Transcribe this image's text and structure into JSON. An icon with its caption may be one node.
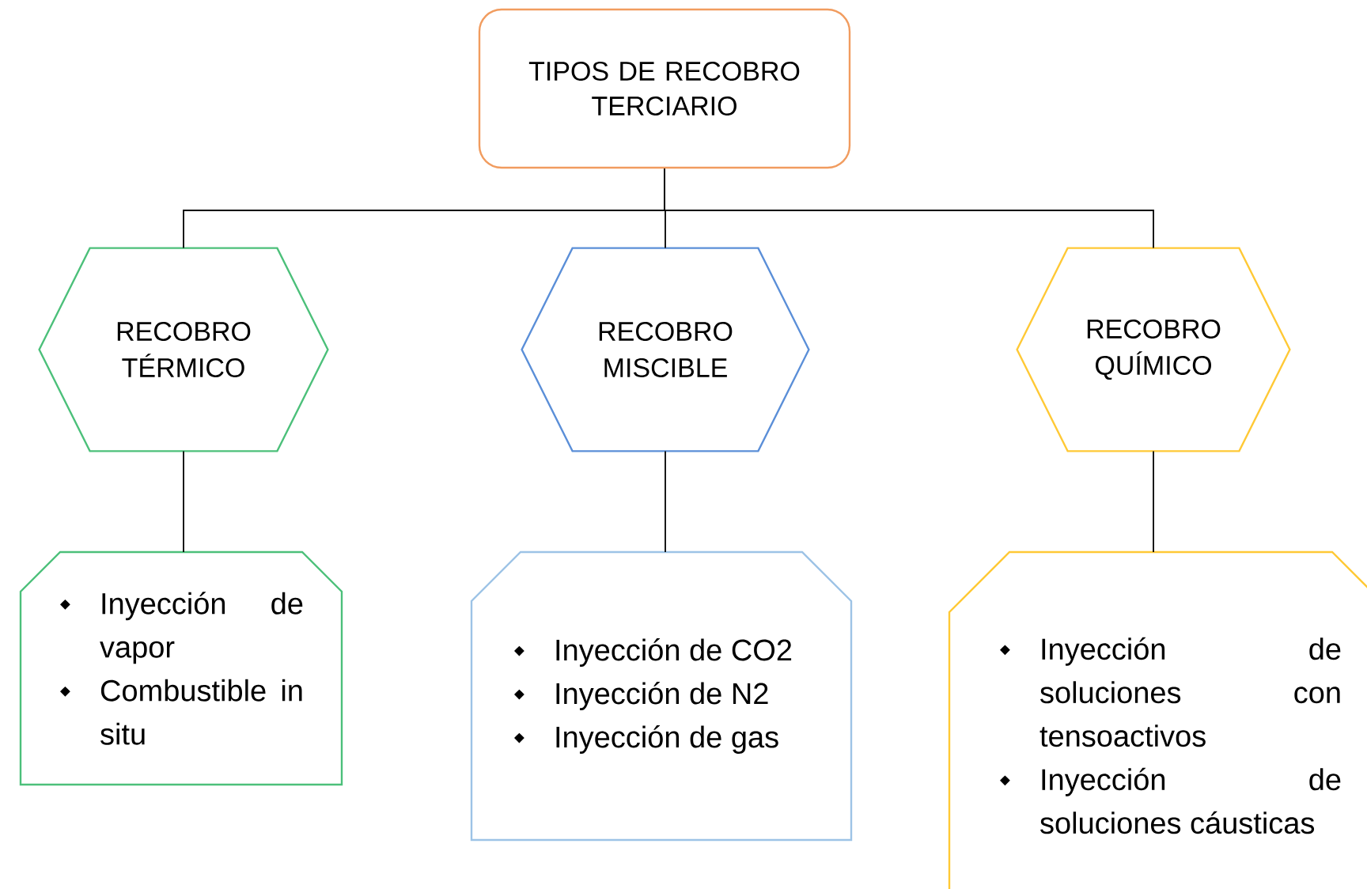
{
  "diagram": {
    "nodes": [
      {
        "text": [
          "TIPOS DE RECOBRO TERCIARIO"
        ]
      },
      {
        "text": [
          "RECOBRO TÉRMICO"
        ]
      },
      {
        "text": [
          "RECOBRO MISCIBLE"
        ]
      },
      {
        "text": [
          "RECOBRO QUÍMICO"
        ]
      },
      {
        "text": [
          "Inyección de vapor",
          "Combustible in situ"
        ]
      },
      {
        "text": [
          "Inyección de CO2",
          "Inyección de N2",
          "Inyección de gas"
        ]
      },
      {
        "text": [
          "Inyección de soluciones con tensoactivos",
          "Inyección de soluciones cáusticas"
        ]
      }
    ],
    "edges": [
      {
        "from": 0,
        "to": 1,
        "arrow": "none"
      },
      {
        "from": 0,
        "to": 2,
        "arrow": "none"
      },
      {
        "from": 0,
        "to": 3,
        "arrow": "none"
      },
      {
        "from": 1,
        "to": 4,
        "arrow": "none"
      },
      {
        "from": 2,
        "to": 5,
        "arrow": "none"
      },
      {
        "from": 3,
        "to": 6,
        "arrow": "none"
      }
    ]
  }
}
